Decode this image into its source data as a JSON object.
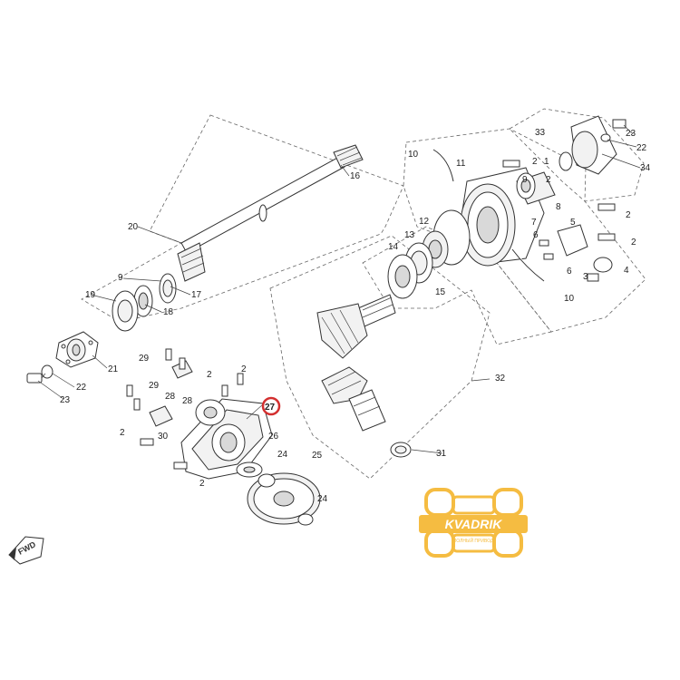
{
  "diagram": {
    "callouts": [
      {
        "id": "c1",
        "label": "16"
      },
      {
        "id": "c2",
        "label": "20"
      },
      {
        "id": "c3",
        "label": "9"
      },
      {
        "id": "c4",
        "label": "17"
      },
      {
        "id": "c5",
        "label": "19"
      },
      {
        "id": "c6",
        "label": "18"
      },
      {
        "id": "c7",
        "label": "21"
      },
      {
        "id": "c8",
        "label": "22"
      },
      {
        "id": "c9",
        "label": "23"
      },
      {
        "id": "c10",
        "label": "29"
      },
      {
        "id": "c11",
        "label": "29"
      },
      {
        "id": "c12",
        "label": "2"
      },
      {
        "id": "c13",
        "label": "2"
      },
      {
        "id": "c14",
        "label": "28"
      },
      {
        "id": "c15",
        "label": "28"
      },
      {
        "id": "c16",
        "label": "30"
      },
      {
        "id": "c17",
        "label": "2"
      },
      {
        "id": "c18",
        "label": "2"
      },
      {
        "id": "c19",
        "label": "27"
      },
      {
        "id": "c20",
        "label": "26"
      },
      {
        "id": "c21",
        "label": "24"
      },
      {
        "id": "c22",
        "label": "25"
      },
      {
        "id": "c23",
        "label": "24"
      },
      {
        "id": "c24",
        "label": "31"
      },
      {
        "id": "c25",
        "label": "32"
      },
      {
        "id": "c26",
        "label": "10"
      },
      {
        "id": "c27",
        "label": "11"
      },
      {
        "id": "c28",
        "label": "9"
      },
      {
        "id": "c29",
        "label": "2"
      },
      {
        "id": "c30",
        "label": "2"
      },
      {
        "id": "c31",
        "label": "33"
      },
      {
        "id": "c32",
        "label": "1"
      },
      {
        "id": "c33",
        "label": "23"
      },
      {
        "id": "c34",
        "label": "22"
      },
      {
        "id": "c35",
        "label": "34"
      },
      {
        "id": "c36",
        "label": "8"
      },
      {
        "id": "c37",
        "label": "2"
      },
      {
        "id": "c38",
        "label": "12"
      },
      {
        "id": "c39",
        "label": "13"
      },
      {
        "id": "c40",
        "label": "14"
      },
      {
        "id": "c41",
        "label": "7"
      },
      {
        "id": "c42",
        "label": "5"
      },
      {
        "id": "c43",
        "label": "2"
      },
      {
        "id": "c44",
        "label": "6"
      },
      {
        "id": "c45",
        "label": "6"
      },
      {
        "id": "c46",
        "label": "4"
      },
      {
        "id": "c47",
        "label": "3"
      },
      {
        "id": "c48",
        "label": "15"
      },
      {
        "id": "c49",
        "label": "10"
      }
    ],
    "highlighted_callout": "27",
    "highlight_color": "#d32f2f",
    "fwd_label": "FWD",
    "watermark": {
      "brand": "KVADRIK",
      "tagline": "ПОЛНЫЙ ПРИВОД",
      "color": "#f5b731"
    }
  }
}
